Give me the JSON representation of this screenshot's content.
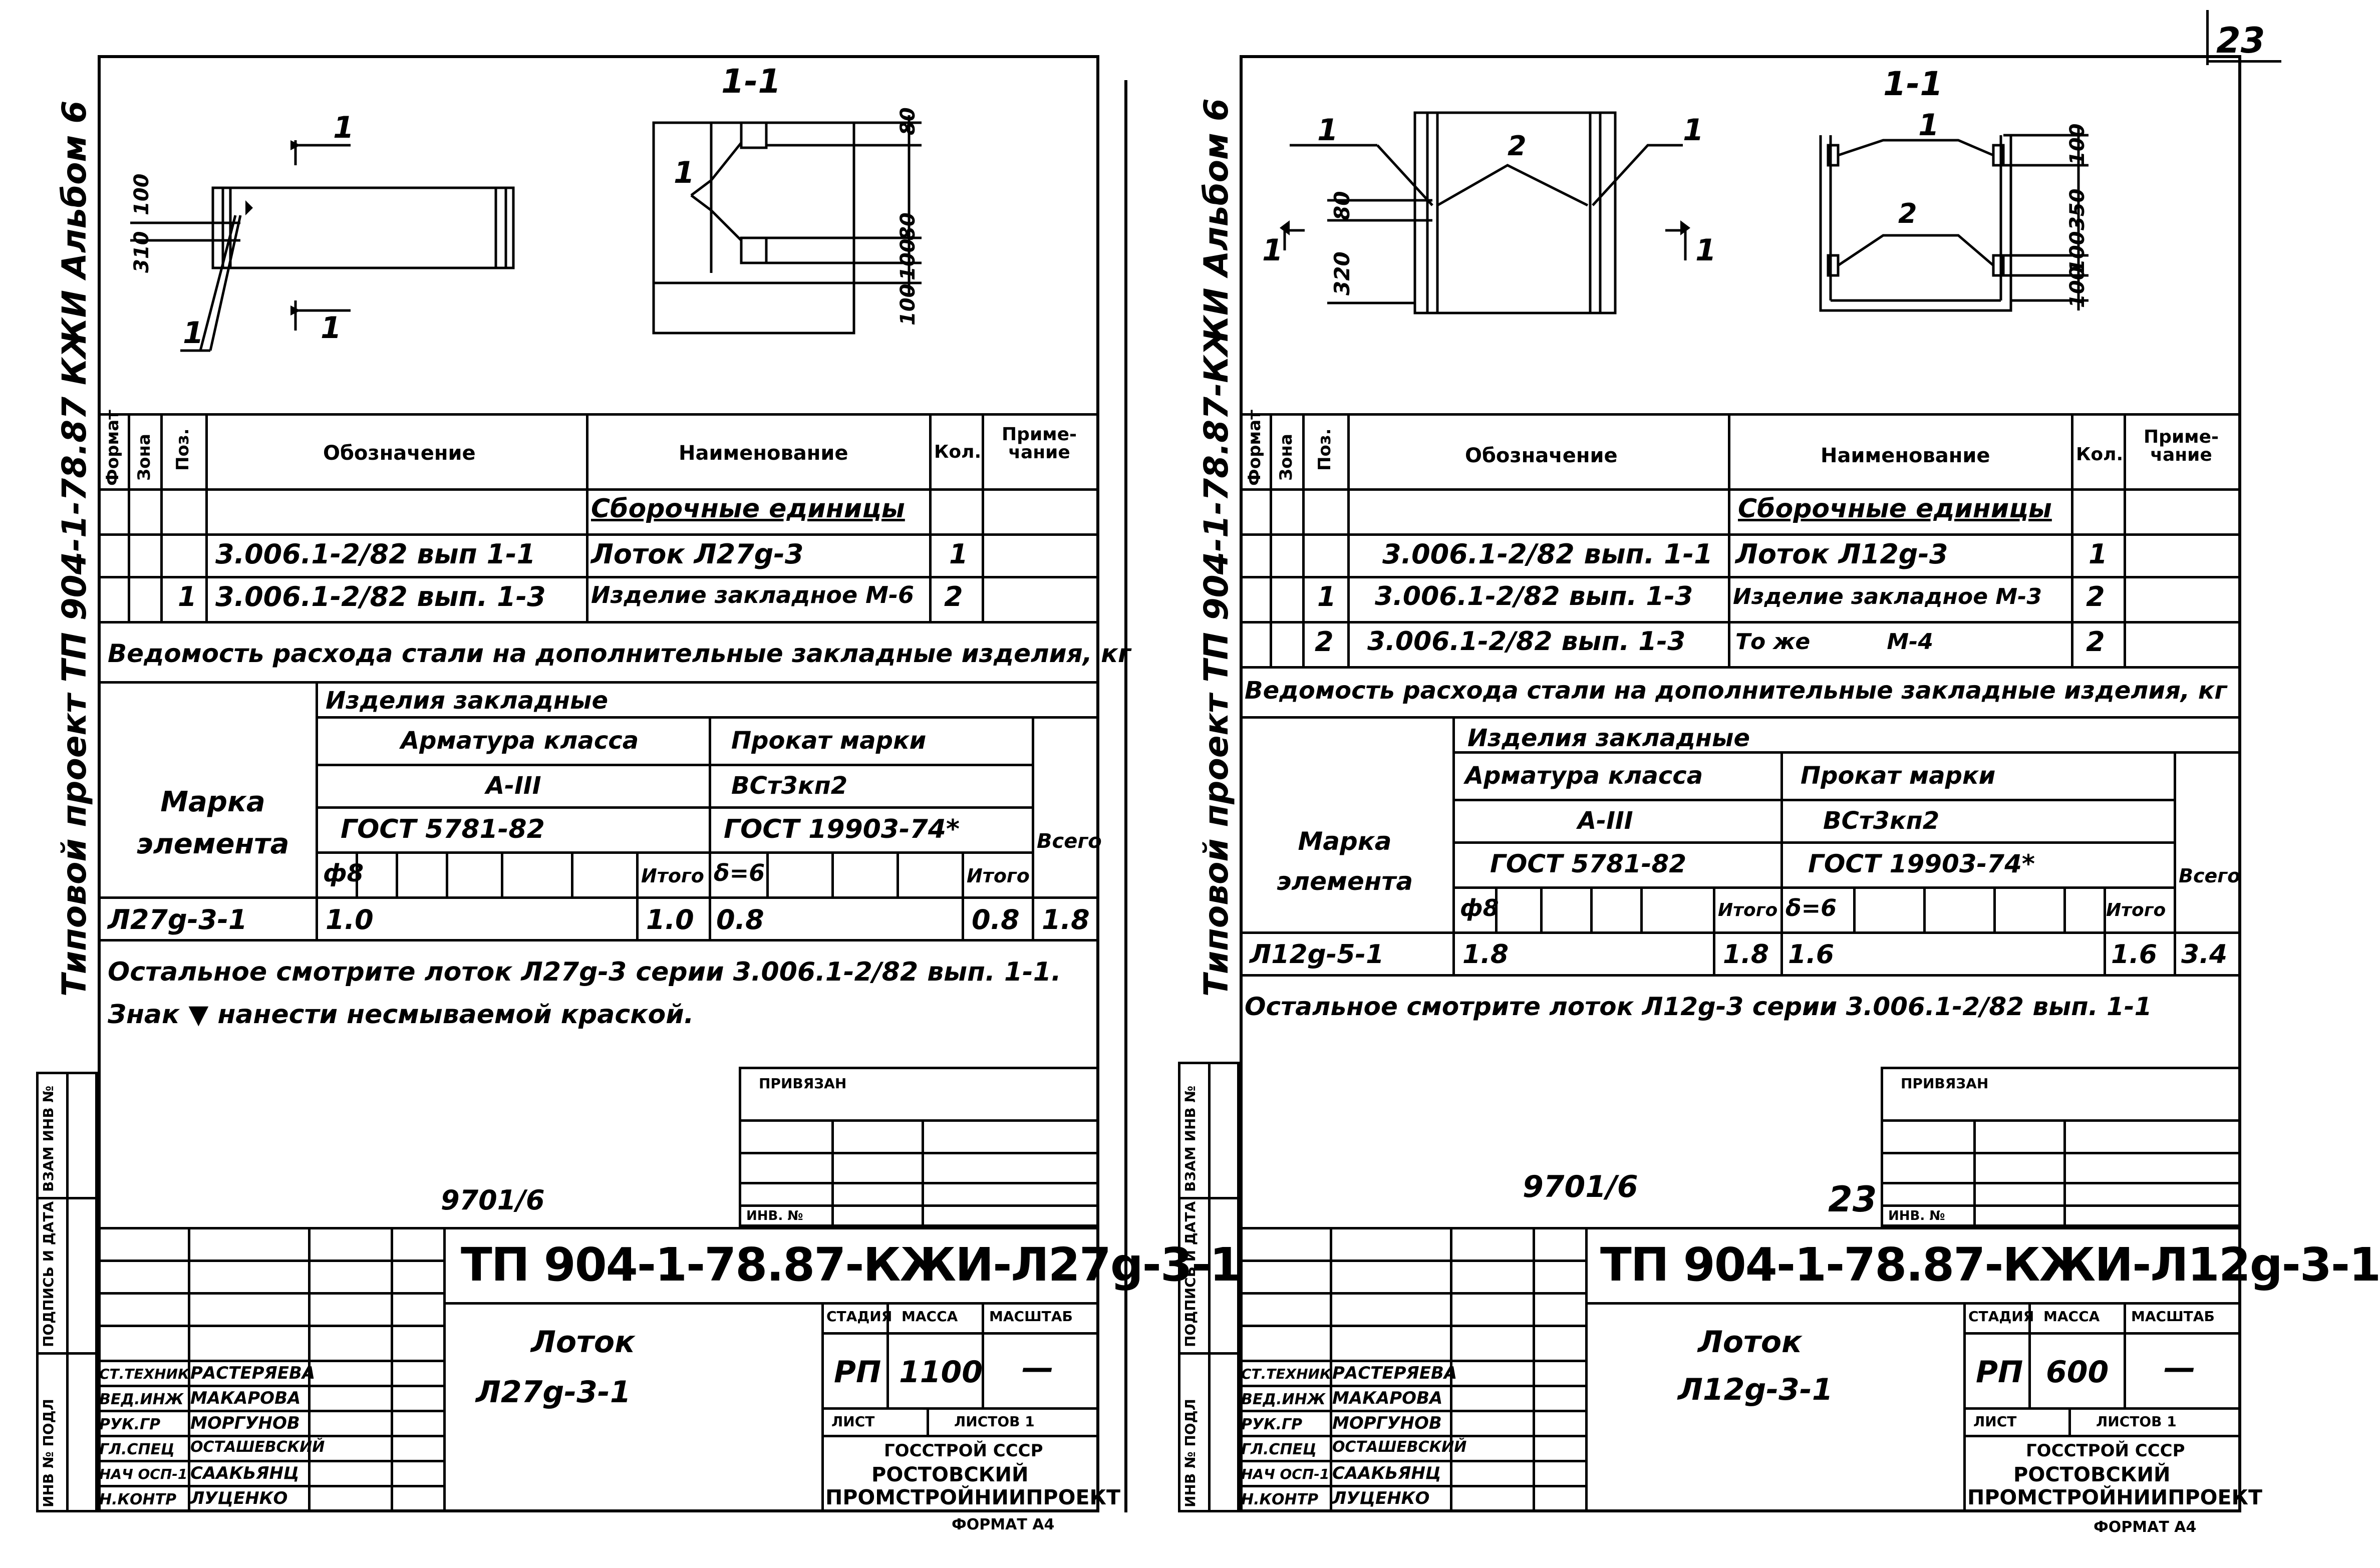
{
  "page_number": "23",
  "left": {
    "album_label": "Типовой проект ТП 904-1-78.87 КЖИ  Альбом 6",
    "section_label": "1-1",
    "drawing_labels": {
      "mark1": "1",
      "mark1b": "1",
      "dim_a": "310",
      "dim_b": "100",
      "dim_c": "80",
      "dim_d": "100",
      "dim_e": "80",
      "dim_f": "100",
      "pos": "1"
    },
    "spec_headers": {
      "format": "Формат",
      "zone": "Зона",
      "pos": "Поз.",
      "designation": "Обозначение",
      "name": "Наименование",
      "qty": "Кол.",
      "note": "Приме-чание"
    },
    "spec_rows": [
      {
        "pos": "",
        "designation": "",
        "name": "Сборочные единицы",
        "qty": ""
      },
      {
        "pos": "",
        "designation": "3.006.1-2/82 вып 1-1",
        "name": "Лоток Л27g-3",
        "qty": "1"
      },
      {
        "pos": "1",
        "designation": "3.006.1-2/82 вып. 1-3",
        "name": "Изделие закладное М-6",
        "qty": "2"
      }
    ],
    "steel_title": "Ведомость расхода стали на дополнительные закладные изделия, кг",
    "steel": {
      "embedded": "Изделия закладные",
      "rebar_class": "Арматура класса",
      "rebar_grade": "А-III",
      "rebar_gost": "ГОСТ 5781-82",
      "rolled": "Прокат марки",
      "rolled_grade": "ВСт3кп2",
      "rolled_gost": "ГОСТ 19903-74*",
      "mark_label": "Марка элемента",
      "total": "Всего",
      "d8": "ф8",
      "itogo": "Итого",
      "delta": "δ=6",
      "row_mark": "Л27g-3-1",
      "v_rebar": "1.0",
      "v_rebar_total": "1.0",
      "v_rolled": "0.8",
      "v_rolled_total": "0.8",
      "v_total": "1.8"
    },
    "note1": "Остальное смотрите лоток Л27g-3 серии 3.006.1-2/82 вып. 1-1.",
    "note2": "Знак ▼ нанести несмываемой краской.",
    "privyazan": "ПРИВЯЗАН",
    "inv": "ИНВ. №",
    "code_stamp": "9701/6",
    "title_code": "ТП 904-1-78.87-КЖИ-Л27g-3-1",
    "item_name": "Лоток",
    "item_mark": "Л27g-3-1",
    "stage_h": "СТАДИЯ",
    "mass_h": "МАССА",
    "scale_h": "МАСШТАБ",
    "stage": "РП",
    "mass": "1100",
    "scale": "—",
    "list": "ЛИСТ",
    "lists": "ЛИСТОВ 1",
    "org1": "ГОССТРОЙ СССР",
    "org2": "РОСТОВСКИЙ",
    "org3": "ПРОМСТРОЙНИИПРОЕКТ",
    "format": "ФОРМАТ А4",
    "signers": [
      {
        "role": "СТ.ТЕХНИК",
        "name": "РАСТЕРЯЕВА"
      },
      {
        "role": "ВЕД.ИНЖ",
        "name": "МАКАРОВА"
      },
      {
        "role": "РУК.ГР",
        "name": "МОРГУНОВ"
      },
      {
        "role": "ГЛ.СПЕЦ",
        "name": "ОСТАШЕВСКИЙ"
      },
      {
        "role": "НАЧ ОСП-1",
        "name": "СААКЬЯНЦ"
      },
      {
        "role": "Н.КОНТР",
        "name": "ЛУЦЕНКО"
      }
    ],
    "side_stamp": [
      "ИНВ № ПОДЛ",
      "ПОДПИСЬ И ДАТА",
      "ВЗАМ ИНВ №"
    ]
  },
  "right": {
    "album_label": "Типовой проект ТП 904-1-78.87-КЖИ  Альбом 6",
    "section_label": "1-1",
    "drawing_labels": {
      "l1": "1",
      "l2": "2",
      "l3": "1",
      "l4": "1",
      "l5": "2",
      "dim_a": "320",
      "dim_b": "80",
      "dim_c": "100",
      "dim_d": "350",
      "dim_e": "100",
      "dim_f": "100",
      "cut": "1"
    },
    "spec_rows": [
      {
        "pos": "",
        "designation": "",
        "name": "Сборочные единицы",
        "qty": ""
      },
      {
        "pos": "",
        "designation": "3.006.1-2/82 вып. 1-1",
        "name": "Лоток Л12g-3",
        "qty": "1"
      },
      {
        "pos": "1",
        "designation": "3.006.1-2/82 вып. 1-3",
        "name": "Изделие закладное М-3",
        "qty": "2"
      },
      {
        "pos": "2",
        "designation": "3.006.1-2/82 вып. 1-3",
        "name": "То же          М-4",
        "qty": "2"
      }
    ],
    "steel_title": "Ведомость расхода стали на дополнительные закладные изделия, кг",
    "steel": {
      "row_mark": "Л12g-5-1",
      "v_rebar": "1.8",
      "v_rebar_total": "1.8",
      "v_rolled": "1.6",
      "v_rolled_total": "1.6",
      "v_total": "3.4"
    },
    "note1": "Остальное смотрите лоток Л12g-3 серии 3.006.1-2/82 вып. 1-1",
    "code_stamp": "9701/6",
    "code_stamp2": "23",
    "title_code": "ТП 904-1-78.87-КЖИ-Л12g-3-1",
    "item_mark": "Л12g-3-1",
    "stage": "РП",
    "mass": "600",
    "scale": "—",
    "lists": "ЛИСТОВ 1",
    "signers": [
      {
        "role": "СТ.ТЕХНИК",
        "name": "РАСТЕРЯЕВА"
      },
      {
        "role": "ВЕД.ИНЖ",
        "name": "МАКАРОВА"
      },
      {
        "role": "РУК.ГР",
        "name": "МОРГУНОВ"
      },
      {
        "role": "ГЛ.СПЕЦ",
        "name": "ОСТАШЕВСКИЙ"
      },
      {
        "role": "НАЧ ОСП-1",
        "name": "СААКЬЯНЦ"
      },
      {
        "role": "Н.КОНТР",
        "name": "ЛУЦЕНКО"
      }
    ],
    "side_stamp": [
      "ИНВ № ПОДЛ",
      "ПОДПИСЬ И ДАТА",
      "ВЗАМ ИНВ №"
    ]
  }
}
